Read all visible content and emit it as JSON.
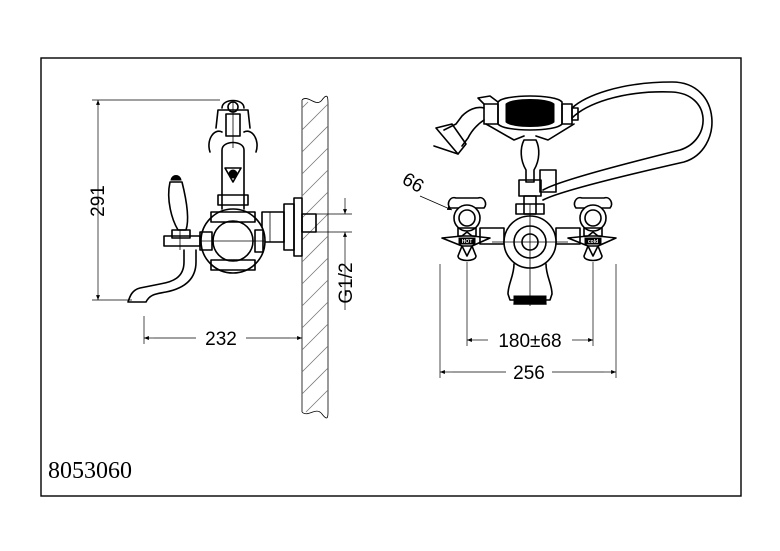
{
  "drawing": {
    "product_code": "8053060",
    "side_view": {
      "height_label": "291",
      "projection_label": "232",
      "thread_label": "G1/2"
    },
    "front_view": {
      "handle_angle_label": "66",
      "center_distance_label": "180±68",
      "overall_width_label": "256",
      "hot_handle_text": "HOT",
      "cold_handle_text": "cold"
    }
  }
}
